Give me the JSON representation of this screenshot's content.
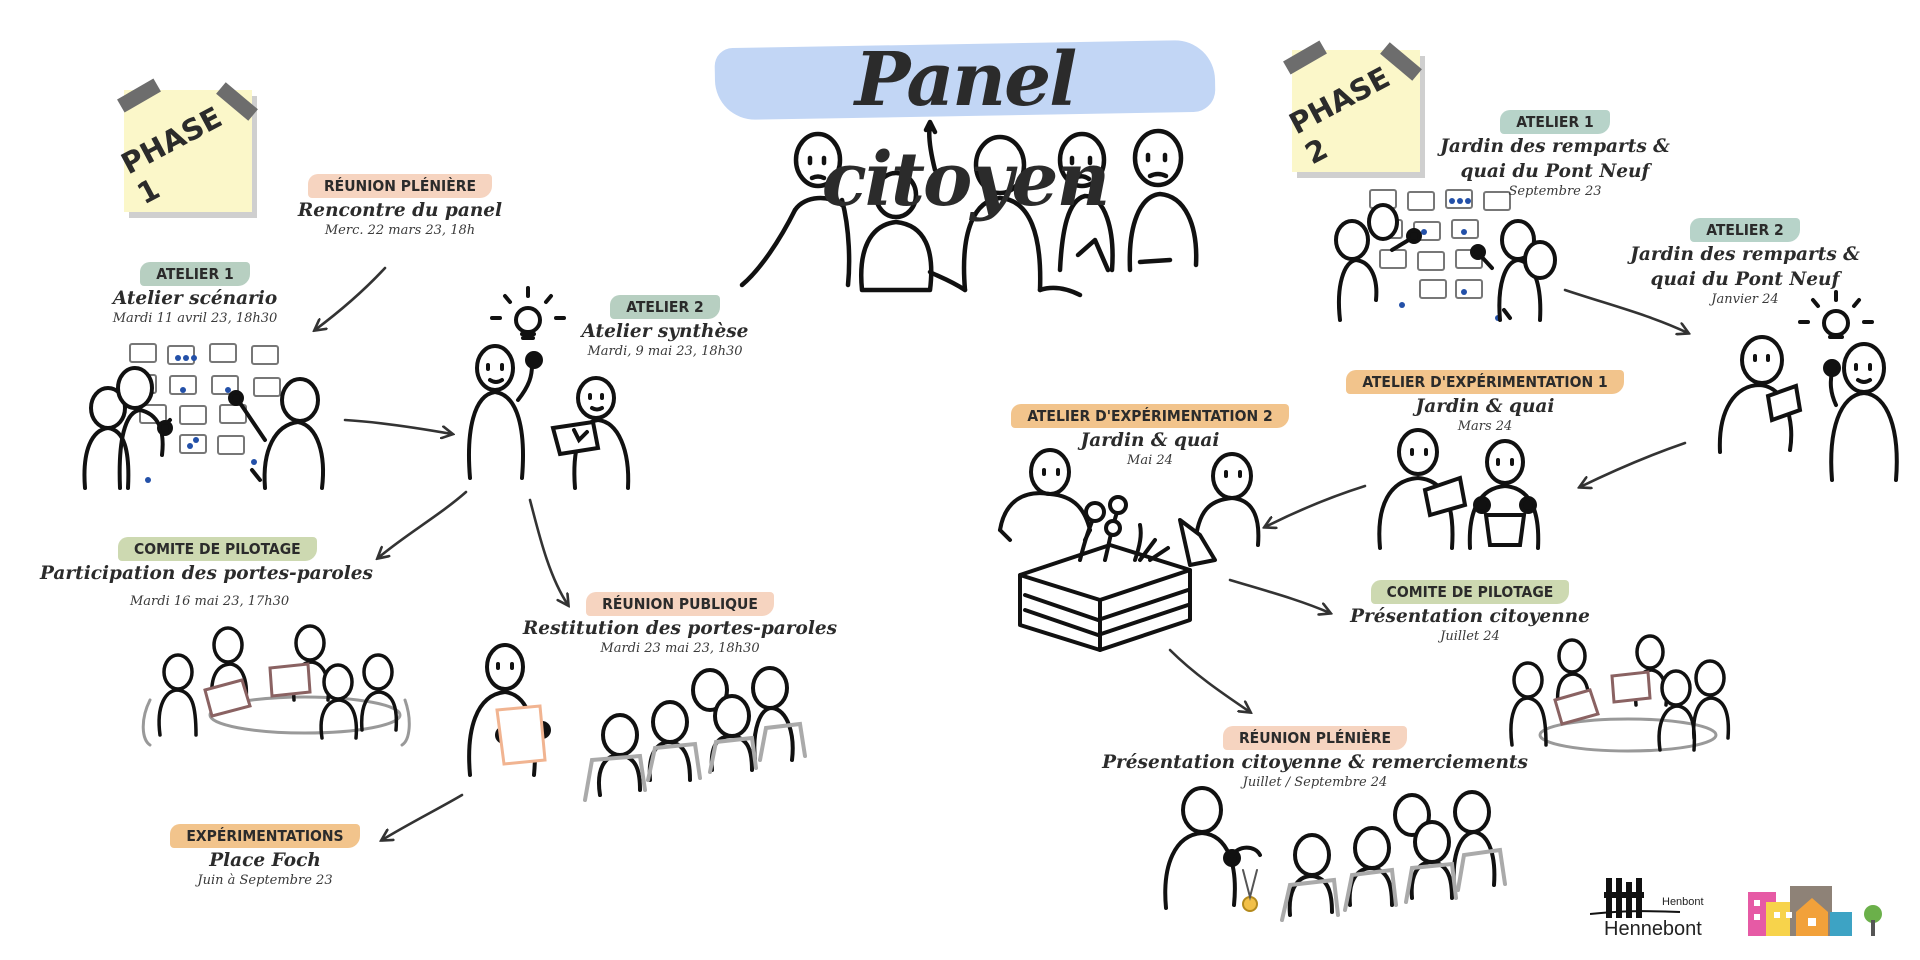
{
  "title": "Panel citoyen",
  "phases": {
    "phase1": "PHASE 1",
    "phase2": "PHASE 2"
  },
  "phase1": {
    "reunion_pleniere": {
      "badge": "RÉUNION PLÉNIÈRE",
      "title": "Rencontre du panel",
      "date": "Merc. 22 mars 23, 18h"
    },
    "atelier1": {
      "badge": "ATELIER 1",
      "title": "Atelier scénario",
      "date": "Mardi 11 avril 23, 18h30"
    },
    "atelier2": {
      "badge": "ATELIER 2",
      "title": "Atelier synthèse",
      "date": "Mardi, 9 mai 23, 18h30"
    },
    "comite": {
      "badge": "COMITE DE PILOTAGE",
      "title": "Participation des portes-paroles",
      "date": "Mardi 16 mai 23, 17h30"
    },
    "reunion_publique": {
      "badge": "RÉUNION PUBLIQUE",
      "title": "Restitution des portes-paroles",
      "date": "Mardi 23 mai 23, 18h30"
    },
    "experimentations": {
      "badge": "EXPÉRIMENTATIONS",
      "title": "Place Foch",
      "date": "Juin à Septembre 23"
    }
  },
  "phase2": {
    "atelier1": {
      "badge": "ATELIER 1",
      "title_line1": "Jardin des remparts &",
      "title_line2": "quai du Pont Neuf",
      "date": "Septembre 23"
    },
    "atelier2": {
      "badge": "ATELIER 2",
      "title_line1": "Jardin des remparts &",
      "title_line2": "quai du Pont Neuf",
      "date": "Janvier 24"
    },
    "exp1": {
      "badge": "ATELIER D'EXPÉRIMENTATION 1",
      "title": "Jardin & quai",
      "date": "Mars 24"
    },
    "exp2": {
      "badge": "ATELIER D'EXPÉRIMENTATION 2",
      "title": "Jardin & quai",
      "date": "Mai 24"
    },
    "comite": {
      "badge": "COMITE DE PILOTAGE",
      "title": "Présentation citoyenne",
      "date": "Juillet 24"
    },
    "pleniere": {
      "badge": "RÉUNION PLÉNIÈRE",
      "title": "Présentation citoyenne & remerciements",
      "date": "Juillet / Septembre 24"
    }
  },
  "logo": {
    "name": "Hennebont",
    "small": "Henbont"
  },
  "colors": {
    "title_bg": "#c2d6f5",
    "postit": "#fbf7c9",
    "green": "#b7cfc1",
    "peach": "#f6d4c0",
    "orange": "#f2c48c"
  }
}
